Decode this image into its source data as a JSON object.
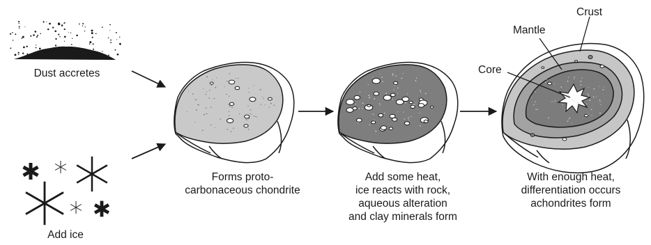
{
  "inputs": {
    "dust_label": "Dust accretes",
    "ice_label": "Add ice"
  },
  "stages": [
    {
      "caption_lines": [
        "Forms proto-",
        "carbonaceous chondrite"
      ]
    },
    {
      "caption_lines": [
        "Add some heat,",
        "ice reacts with rock,",
        "aqueous alteration",
        "and clay minerals form"
      ]
    },
    {
      "caption_lines": [
        "With enough heat,",
        "differentiation occurs",
        "achondrites form"
      ]
    }
  ],
  "layer_labels": {
    "crust": "Crust",
    "mantle": "Mantle",
    "core": "Core"
  },
  "colors": {
    "outline": "#1a1a1a",
    "stage1_fill": "#c9c9c9",
    "stage2_fill": "#7e7e7e",
    "crust_fill": "#c6c6c6",
    "mantle_fill": "#a2a2a2",
    "inner_mantle_fill": "#7c7c7c",
    "core_fill": "#ffffff",
    "clast_fill": "#ffffff"
  }
}
